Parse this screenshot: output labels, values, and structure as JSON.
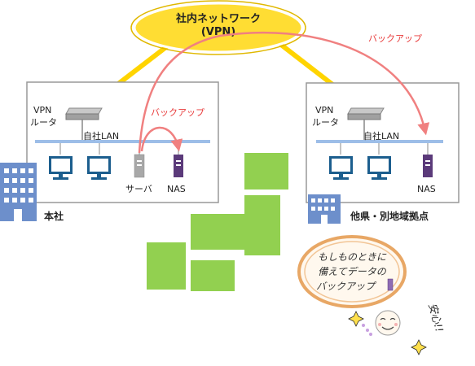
{
  "cloud": {
    "line1": "社内ネットワーク",
    "line2": "(VPN)"
  },
  "backup_labels": {
    "remote": "バックアップ",
    "local": "バックアップ"
  },
  "hq": {
    "router_label_1": "VPN",
    "router_label_2": "ルータ",
    "lan_label": "自社LAN",
    "server_label": "サーバ",
    "nas_label": "NAS",
    "site_label": "本社"
  },
  "branch": {
    "router_label_1": "VPN",
    "router_label_2": "ルータ",
    "lan_label": "自社LAN",
    "nas_label": "NAS",
    "site_label": "他県・別地域拠点"
  },
  "bubble": {
    "line1": "もしものときに",
    "line2": "備えてデータの",
    "line3": "バックアップ"
  },
  "anshin_text": "安心!!",
  "colors": {
    "cloud_fill": "#FFDD33",
    "cloud_stroke": "#E0B800",
    "vpn_link": "#FFD400",
    "backup_arrow": "#F08080",
    "backup_text": "#E83A3A",
    "lan_bar": "#9DBEE8",
    "monitor": "#1C5E8E",
    "nas": "#5B3A7A",
    "building": "#6D8FCB",
    "land": "#92D050",
    "site_border": "#999999",
    "bubble_fill": "#FFF8EE",
    "bubble_stroke": "#E8A765"
  },
  "icons": [
    "router-icon",
    "monitor-icon",
    "server-icon",
    "nas-icon",
    "building-icon",
    "japan-map",
    "smiley-icon",
    "sparkle-icon"
  ]
}
